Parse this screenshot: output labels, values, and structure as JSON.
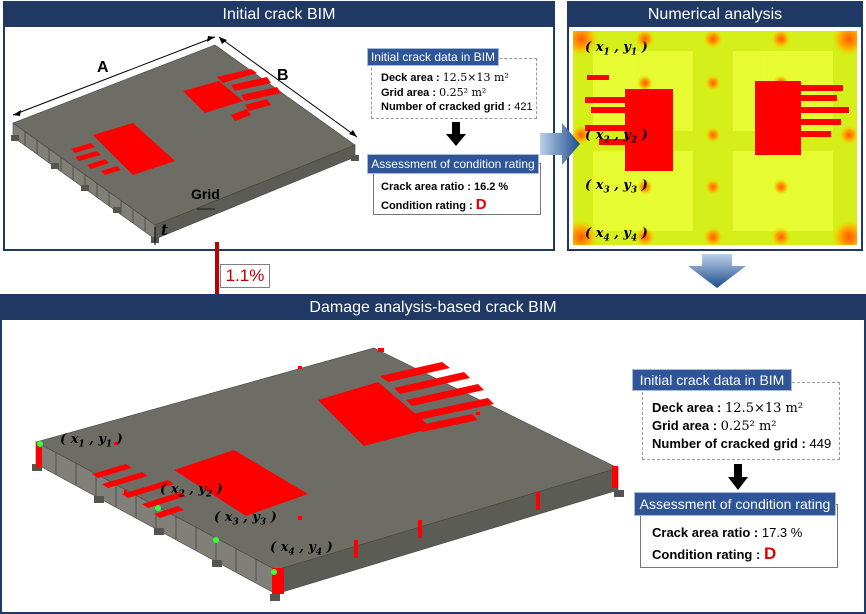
{
  "panels": {
    "initial": {
      "title": "Initial crack BIM"
    },
    "numerical": {
      "title": "Numerical analysis"
    },
    "damage": {
      "title": "Damage analysis-based crack BIM"
    }
  },
  "dims": {
    "a": "A",
    "b": "B",
    "grid": "Grid",
    "t": "t"
  },
  "transfer": {
    "percent": "1.1%"
  },
  "initial_info": {
    "data_title": "Initial crack data in BIM",
    "deck_label": "Deck area :",
    "deck_value": "12.5×13 m²",
    "grid_label": "Grid area :",
    "grid_value": "0.25² m²",
    "cracked_label": "Number of cracked grid :",
    "cracked_value": "421",
    "assess_title": "Assessment of condition rating",
    "ratio_label": "Crack area ratio :",
    "ratio_value": "16.2 %",
    "rating_label": "Condition rating :",
    "rating_value": "D"
  },
  "damage_info": {
    "data_title": "Initial crack data in BIM",
    "deck_label": "Deck area :",
    "deck_value": "12.5×13 m²",
    "grid_label": "Grid area :",
    "grid_value": "0.25² m²",
    "cracked_label": "Number of cracked grid :",
    "cracked_value": "449",
    "assess_title": "Assessment of condition rating",
    "ratio_label": "Crack area ratio :",
    "ratio_value": "17.3 %",
    "rating_label": "Condition rating :",
    "rating_value": "D"
  },
  "coords": {
    "p1": {
      "x": "x",
      "y": "y",
      "sub": "1"
    },
    "p2": {
      "x": "x",
      "y": "y",
      "sub": "2"
    },
    "p3": {
      "x": "x",
      "y": "y",
      "sub": "3"
    },
    "p4": {
      "x": "x",
      "y": "y",
      "sub": "4"
    }
  },
  "colors": {
    "navy": "#1f3864",
    "label_blue": "#2e5597",
    "crack_red": "#ff0000",
    "deck_gray": "#6f6f67"
  }
}
